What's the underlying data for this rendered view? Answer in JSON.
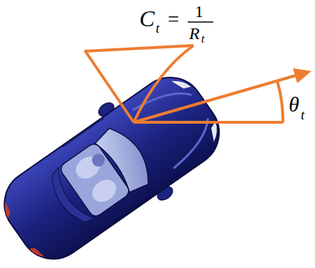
{
  "diagram": {
    "labels": [
      "C",
      "t",
      "=",
      "1",
      "R",
      "t",
      "θ",
      "t"
    ]
  }
}
